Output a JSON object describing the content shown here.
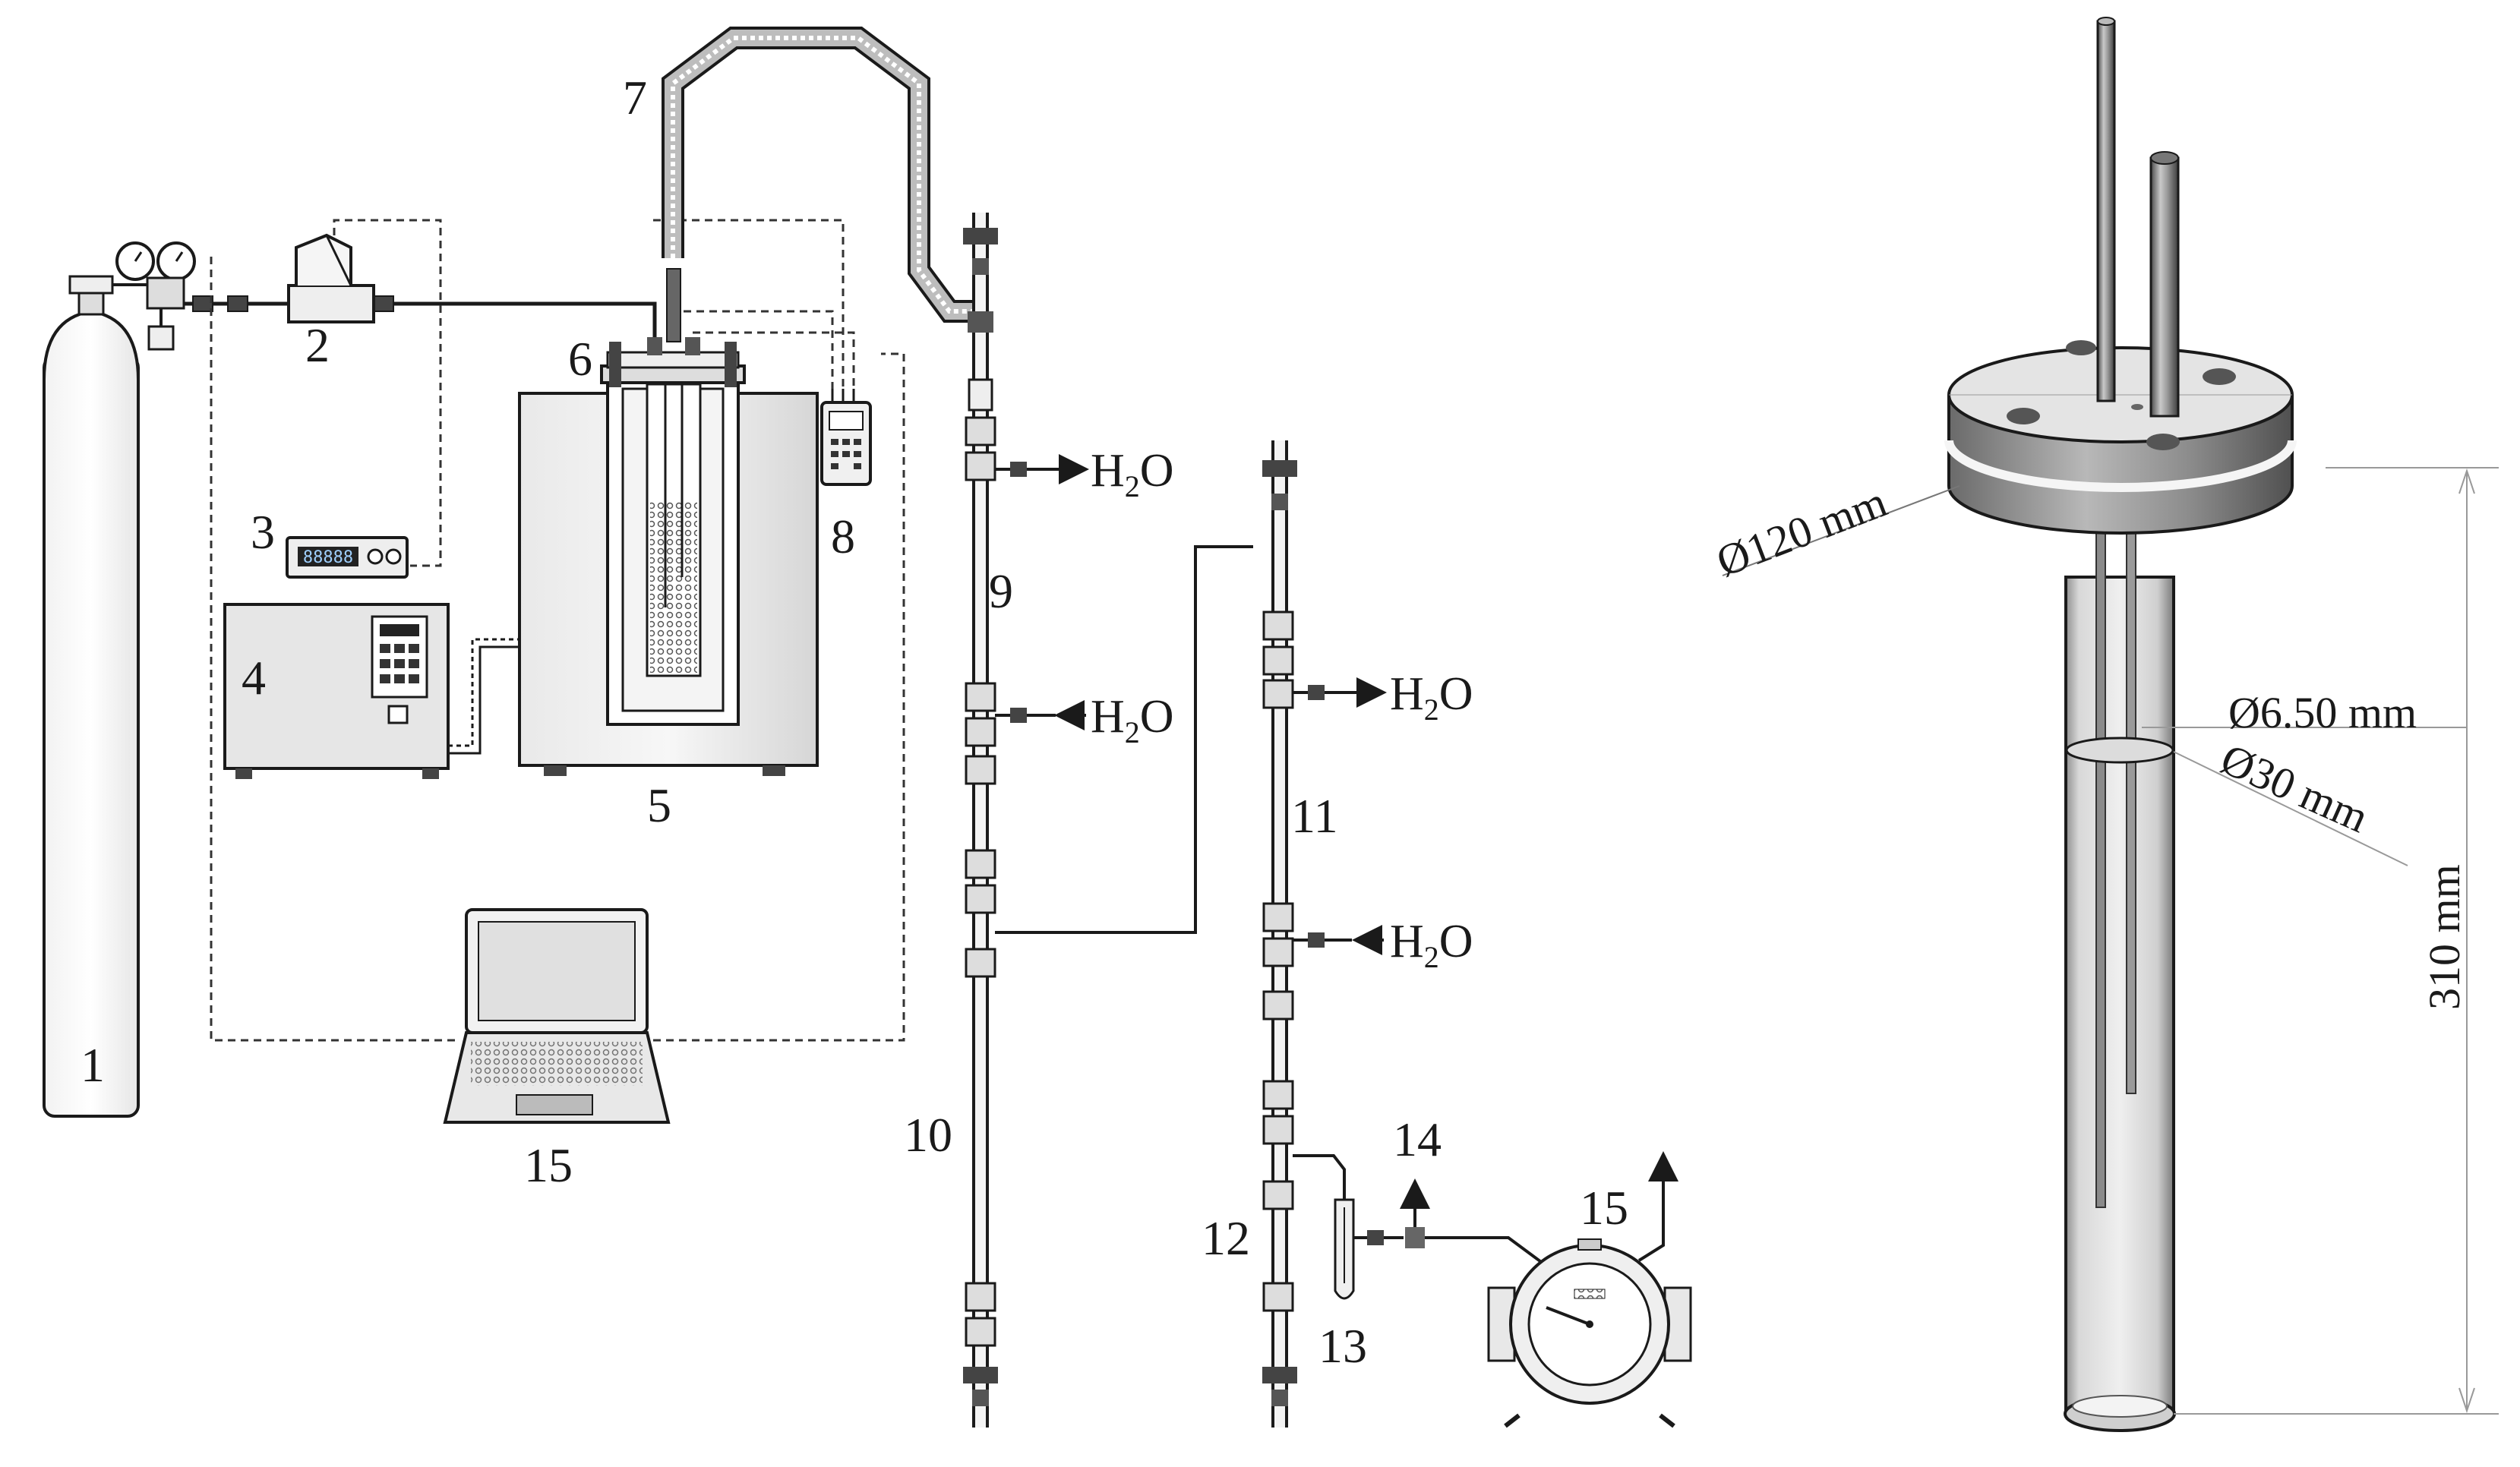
{
  "labels": {
    "n1": "1",
    "n2": "2",
    "n3": "3",
    "n4": "4",
    "n5": "5",
    "n6": "6",
    "n7": "7",
    "n8": "8",
    "n9": "9",
    "n10": "10",
    "n11": "11",
    "n12": "12",
    "n13": "13",
    "n14": "14",
    "n15_computer": "15",
    "n15_meter": "15"
  },
  "water": {
    "h": "H",
    "sub": "2",
    "o": "O"
  },
  "dimensions": {
    "flange_diameter": "Ø120 mm",
    "tube_diameter": "Ø6.50 mm",
    "vessel_diameter": "Ø30 mm",
    "vessel_height": "310 mm"
  },
  "display": {
    "controller_readout": "88888"
  },
  "colors": {
    "line": "#1a1a1a",
    "steel_light": "#d9d9d9",
    "steel_dark": "#6d6d6d",
    "glass": "#e9e9e9"
  }
}
